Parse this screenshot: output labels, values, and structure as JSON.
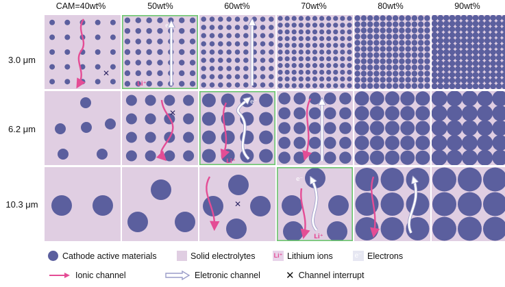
{
  "columns": [
    "CAM=40wt%",
    "50wt%",
    "60wt%",
    "70wt%",
    "80wt%",
    "90wt%"
  ],
  "rows": [
    "3.0 μm",
    "6.2 μm",
    "10.3 μm"
  ],
  "panel_labels": {
    "li": "Li⁺",
    "e": "e⁻"
  },
  "legend": {
    "cathode": "Cathode active materials",
    "electrolyte": "Solid electrolytes",
    "lithium": "Lithium ions",
    "lithium_symbol": "Li⁺",
    "electrons": "Electrons",
    "electron_symbol": "e⁻",
    "ionic": "Ionic channel",
    "electronic": "Eletronic channel",
    "interrupt": "Channel interrupt",
    "interrupt_symbol": "✕"
  },
  "colors": {
    "background_panel": "#e0cee2",
    "particle": "#5b5f9e",
    "ionic_arrow": "#e44d95",
    "electronic_arrow": "#ffffff",
    "highlight_border": "#6cc66e"
  },
  "highlighted_panels": [
    [
      0,
      1
    ],
    [
      1,
      2
    ],
    [
      2,
      3
    ]
  ]
}
